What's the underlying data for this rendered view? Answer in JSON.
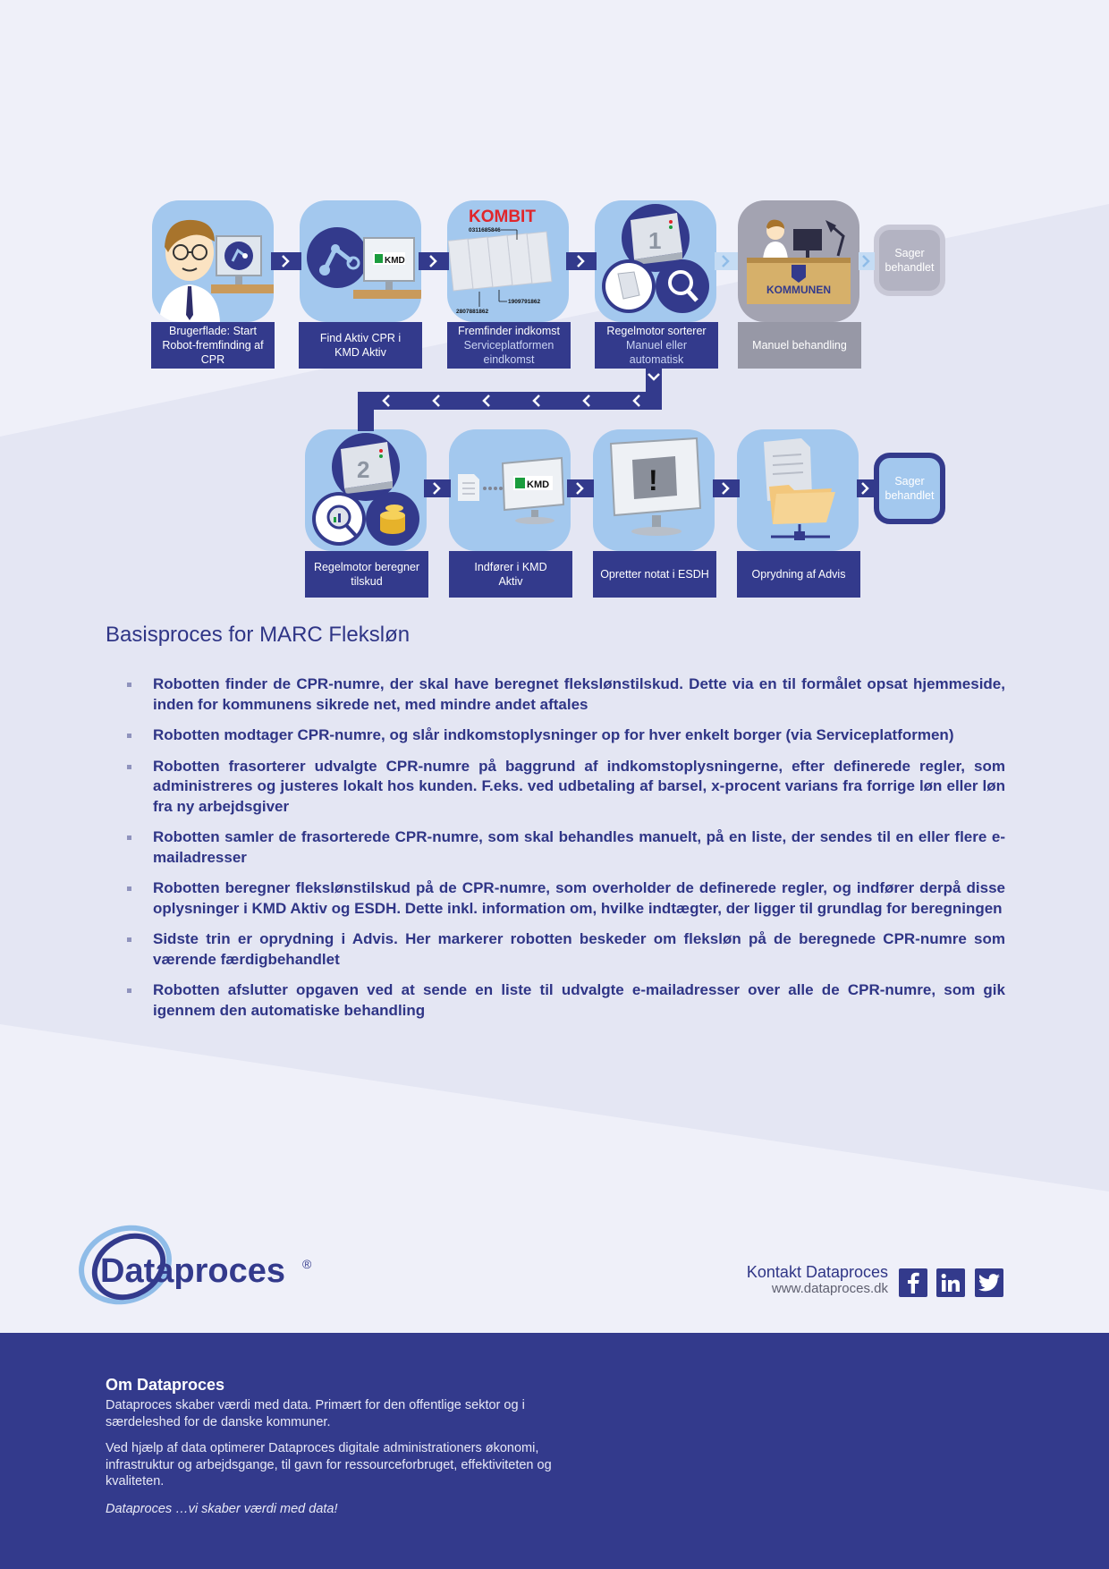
{
  "flow": {
    "top_row": [
      {
        "caption": "Brugerflade: Start\nRobot-fremfinding af\nCPR"
      },
      {
        "caption": "Find Aktiv CPR i\nKMD Aktiv",
        "logo": "KMD"
      },
      {
        "caption_main": "Fremfinder indkomst",
        "caption_sub": "Serviceplatformen\neindkomst",
        "logo": "KOMBIT",
        "numbers": [
          "0311685846",
          "1909791862",
          "2807881862"
        ]
      },
      {
        "caption_main": "Regelmotor sorterer",
        "caption_sub": "Manuel eller\nautomatisk",
        "badge": "1"
      },
      {
        "caption": "Manuel behandling",
        "sign": "KOMMUNEN"
      }
    ],
    "top_end": "Sager\nbehandlet",
    "bottom_row": [
      {
        "caption": "Regelmotor beregner\ntilskud",
        "badge": "2"
      },
      {
        "caption": "Indfører i KMD\nAktiv",
        "logo": "KMD"
      },
      {
        "caption": "Opretter notat i ESDH",
        "mark": "!"
      },
      {
        "caption": "Oprydning af Advis"
      }
    ],
    "bottom_end": "Sager\nbehandlet"
  },
  "section_title": "Basisproces for MARC Fleksløn",
  "bullets": [
    "Robotten finder de CPR-numre, der skal have beregnet fleksløn­stilskud. Dette via en til formålet opsat hjemme­side, inden for kommunens sikrede net, med mindre andet aftales",
    "Robotten modtager CPR-numre, og slår indkomstoplysninger op for hver enkelt borger (via Serviceplatformen)",
    "Robotten frasorterer udvalgte CPR-numre på baggrund af indkomstoplysningerne, efter definerede regler, som administreres og justeres lokalt hos kunden. F.eks. ved udbetaling af barsel, x-procent varians fra forrige løn eller løn fra ny arbejdsgiver",
    "Robotten samler de frasorterede CPR-numre, som skal behandles manuelt, på en liste, der sendes til en eller flere e-mailadresser",
    "Robotten beregner fleksløn­stilskud på de CPR-numre, som overholder de definerede regler, og indfører derpå disse oplysninger i KMD Aktiv og ESDH. Dette inkl. information om, hvilke indtægter, der ligger til grundlag for beregningen",
    "Sidste trin er oprydning i Advis. Her markerer robotten beskeder om fleksløn på de beregnede CPR-numre som værende færdigbehandlet",
    "Robotten afslutter opgaven ved at sende en liste til udvalgte e-mailadresser over alle de CPR-numre, som gik igennem den automatiske behandling"
  ],
  "logo_text": "Dataproces",
  "logo_mark": "®",
  "contact": {
    "label": "Kontakt Dataproces",
    "url": "www.dataproces.dk",
    "icons": [
      "facebook-icon",
      "linkedin-icon",
      "twitter-icon"
    ]
  },
  "footer": {
    "title": "Om Dataproces",
    "p1": "Dataproces skaber værdi med data. Primært for den offentlige sektor og i særdeleshed for de danske kommuner.",
    "p2": "Ved hjælp af data optimerer Dataproces digitale administrationers øko­nomi, infrastruktur og arbejdsgange, til gavn for ressourceforbruget, ef­fektiviteten og kvaliteten.",
    "tagline": "Dataproces …vi skaber værdi med data!"
  },
  "colors": {
    "navy": "#333a8c",
    "tile_blue": "#a3c8ee",
    "tile_grey": "#a3a3b1",
    "page_bg": "#eff0f9",
    "band_bg": "#e4e6f3"
  }
}
